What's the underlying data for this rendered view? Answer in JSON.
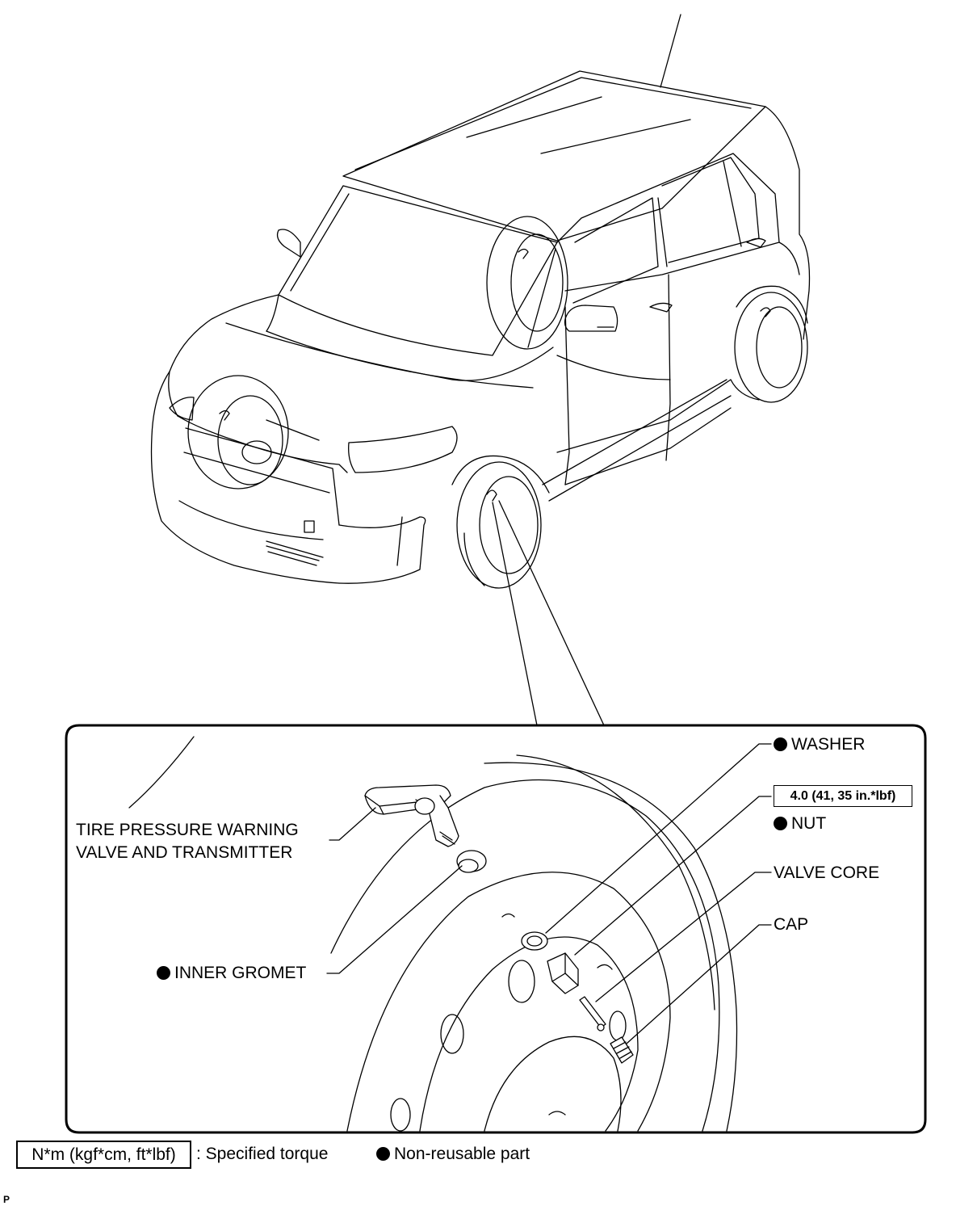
{
  "labels": {
    "washer": "WASHER",
    "torque_spec": "4.0 (41, 35 in.*lbf)",
    "nut": "NUT",
    "valve_core": "VALVE CORE",
    "cap": "CAP",
    "transmitter_line1": "TIRE PRESSURE WARNING",
    "transmitter_line2": "VALVE AND TRANSMITTER",
    "inner_grommet": "INNER GROMET"
  },
  "legend": {
    "torque_unit": "N*m (kgf*cm, ft*lbf)",
    "torque_text": ": Specified torque",
    "nonreusable_text": "Non-reusable part"
  },
  "footer_code": "P"
}
